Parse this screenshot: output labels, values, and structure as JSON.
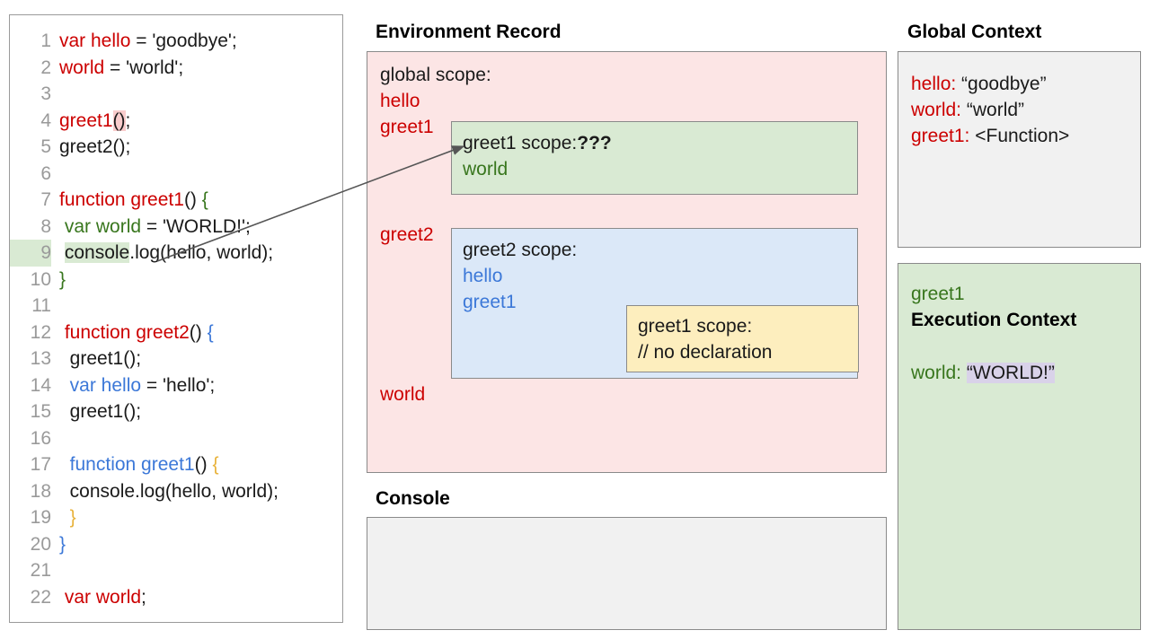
{
  "code_panel": {
    "lines": [
      {
        "num": "1",
        "tokens": [
          {
            "t": "var hello",
            "c": "c-red"
          },
          {
            "t": " = 'goodbye';",
            "c": "c-black"
          }
        ]
      },
      {
        "num": "2",
        "tokens": [
          {
            "t": "world",
            "c": "c-red"
          },
          {
            "t": " = 'world';",
            "c": "c-black"
          }
        ]
      },
      {
        "num": "3",
        "tokens": []
      },
      {
        "num": "4",
        "tokens": [
          {
            "t": "greet1",
            "c": "c-red"
          },
          {
            "t": "()",
            "c": "c-black hl-pink"
          },
          {
            "t": ";",
            "c": "c-black"
          }
        ]
      },
      {
        "num": "5",
        "tokens": [
          {
            "t": "greet2();",
            "c": "c-black"
          }
        ]
      },
      {
        "num": "6",
        "tokens": []
      },
      {
        "num": "7",
        "tokens": [
          {
            "t": "function greet1",
            "c": "c-red"
          },
          {
            "t": "() ",
            "c": "c-black"
          },
          {
            "t": "{",
            "c": "c-green"
          }
        ]
      },
      {
        "num": "8",
        "tokens": [
          {
            "t": " ",
            "c": "c-black"
          },
          {
            "t": "var world",
            "c": "c-green"
          },
          {
            "t": " = 'WORLD!';",
            "c": "c-black"
          }
        ]
      },
      {
        "num": "9",
        "highlight": true,
        "tokens": [
          {
            "t": " ",
            "c": "c-black"
          },
          {
            "t": "console",
            "c": "c-black hl-green"
          },
          {
            "t": ".log(hello, world);",
            "c": "c-black"
          }
        ]
      },
      {
        "num": "10",
        "tokens": [
          {
            "t": "}",
            "c": "c-green"
          }
        ]
      },
      {
        "num": "11",
        "tokens": []
      },
      {
        "num": "12",
        "tokens": [
          {
            "t": " ",
            "c": "c-black"
          },
          {
            "t": "function greet2",
            "c": "c-red"
          },
          {
            "t": "() ",
            "c": "c-black"
          },
          {
            "t": "{",
            "c": "c-blue"
          }
        ]
      },
      {
        "num": "13",
        "tokens": [
          {
            "t": "  greet1();",
            "c": "c-black"
          }
        ]
      },
      {
        "num": "14",
        "tokens": [
          {
            "t": "  ",
            "c": "c-black"
          },
          {
            "t": "var hello",
            "c": "c-blue"
          },
          {
            "t": " = 'hello';",
            "c": "c-black"
          }
        ]
      },
      {
        "num": "15",
        "tokens": [
          {
            "t": "  greet1();",
            "c": "c-black"
          }
        ]
      },
      {
        "num": "16",
        "tokens": []
      },
      {
        "num": "17",
        "tokens": [
          {
            "t": "  ",
            "c": "c-black"
          },
          {
            "t": "function greet1",
            "c": "c-blue"
          },
          {
            "t": "() ",
            "c": "c-black"
          },
          {
            "t": "{",
            "c": "c-gold"
          }
        ]
      },
      {
        "num": "18",
        "tokens": [
          {
            "t": "  console.log(hello, world);",
            "c": "c-black"
          }
        ]
      },
      {
        "num": "19",
        "tokens": [
          {
            "t": "  ",
            "c": "c-black"
          },
          {
            "t": "}",
            "c": "c-gold"
          }
        ]
      },
      {
        "num": "20",
        "tokens": [
          {
            "t": "}",
            "c": "c-blue"
          }
        ]
      },
      {
        "num": "21",
        "tokens": []
      },
      {
        "num": "22",
        "tokens": [
          {
            "t": " ",
            "c": "c-black"
          },
          {
            "t": "var world",
            "c": "c-red"
          },
          {
            "t": ";",
            "c": "c-black"
          }
        ]
      }
    ]
  },
  "environment_record": {
    "title": "Environment Record",
    "global_scope_label": "global scope:",
    "global_vars": {
      "hello": "hello",
      "greet1": "greet1",
      "greet2": "greet2",
      "world": "world"
    },
    "greet1_scope": {
      "header": "greet1 scope:",
      "unknown_marker": "???",
      "vars": [
        "world"
      ]
    },
    "greet2_scope": {
      "header": "greet2 scope:",
      "vars": [
        "hello",
        "greet1"
      ]
    },
    "greet1_inner_scope": {
      "header": "greet1 scope:",
      "note": "// no declaration"
    }
  },
  "console": {
    "title": "Console",
    "output": ""
  },
  "global_context": {
    "title": "Global Context",
    "entries": [
      {
        "key": "hello:",
        "value": " “goodbye”"
      },
      {
        "key": "world:",
        "value": " “world”"
      },
      {
        "key": "greet1:",
        "value": " <Function>"
      }
    ]
  },
  "execution_context": {
    "function_name": "greet1",
    "heading": "Execution Context",
    "var_key": "world:",
    "var_value": "“WORLD!”"
  },
  "colors": {
    "red": "#cc0000",
    "green": "#38761d",
    "blue": "#3c78d8",
    "gold": "#e8b23a",
    "gray": "#9a9a9a",
    "panel_pink": "#fce5e5",
    "panel_green": "#d9ead3",
    "panel_blue": "#dbe8f8",
    "panel_yellow": "#fdeebe",
    "panel_gray": "#f1f1f1",
    "highlight_purple": "#d9d2e9"
  }
}
